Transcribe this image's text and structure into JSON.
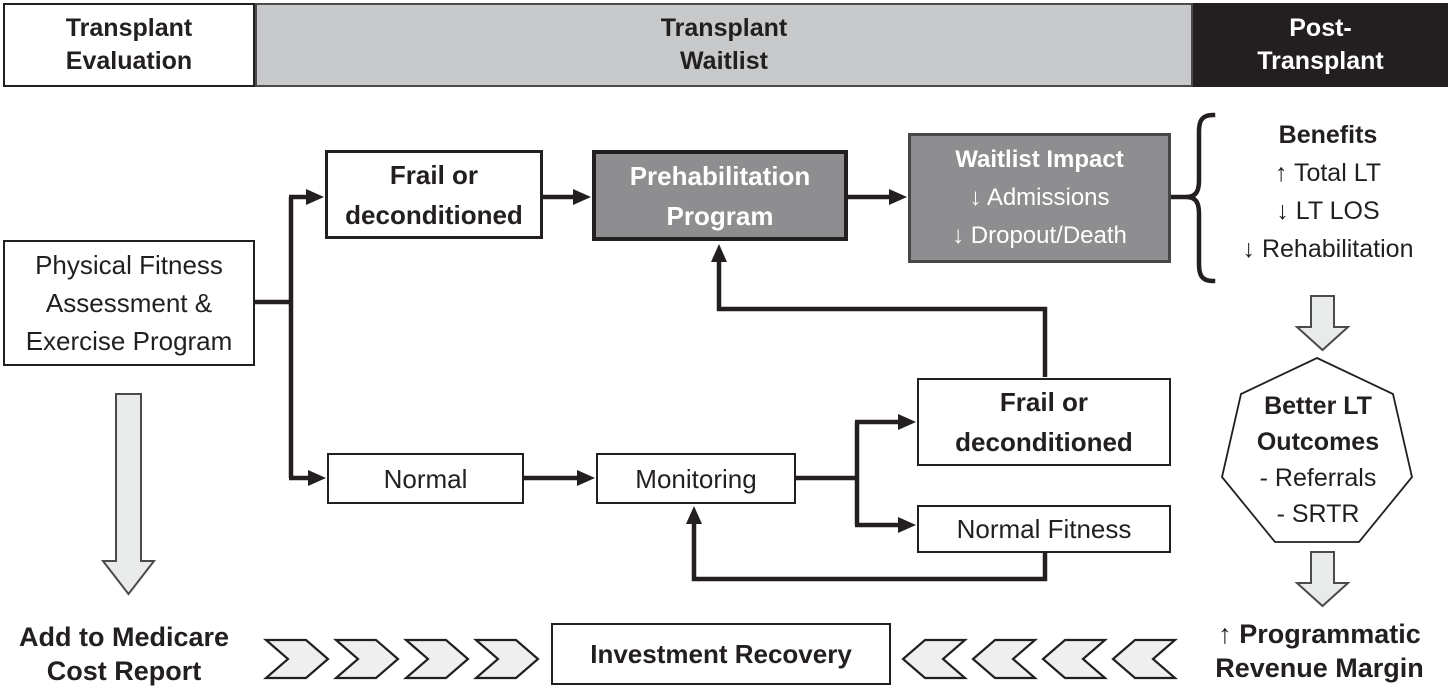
{
  "figure": {
    "type": "flowchart",
    "topic": "Prehabilitation program for liver transplant (LT) patients across transplant phases"
  },
  "colors": {
    "line_black": "#231f20",
    "phase_gray": "#c8c9ca",
    "phase_black": "#231f20",
    "program_box_gray": "#8e8e90",
    "block_arrow_fill": "#e9eaea",
    "block_arrow_border": "#4a4a4c",
    "chevron_fill": "#efefef",
    "box_white": "#ffffff"
  },
  "phases": {
    "evaluation": {
      "line1": "Transplant",
      "line2": "Evaluation"
    },
    "waitlist": {
      "line1": "Transplant",
      "line2": "Waitlist"
    },
    "post": {
      "line1": "Post-",
      "line2": "Transplant"
    }
  },
  "boxes": {
    "physical_fitness": {
      "line1": "Physical Fitness",
      "line2": "Assessment &",
      "line3": "Exercise Program"
    },
    "frail_top": {
      "line1": "Frail or",
      "line2": "deconditioned"
    },
    "prehab": {
      "line1": "Prehabilitation",
      "line2": "Program"
    },
    "waitlist_impact": {
      "line1": "Waitlist Impact",
      "line2": "↓ Admissions",
      "line3": "↓ Dropout/Death"
    },
    "normal": {
      "label": "Normal"
    },
    "monitoring": {
      "label": "Monitoring"
    },
    "frail_bottom": {
      "line1": "Frail or",
      "line2": "deconditioned"
    },
    "normal_fitness": {
      "label": "Normal Fitness"
    },
    "investment_recovery": {
      "label": "Investment Recovery"
    }
  },
  "benefits": {
    "title": "Benefits",
    "item1": "↑ Total LT",
    "item2": "↓ LT LOS",
    "item3": "↓ Rehabilitation"
  },
  "outcomes": {
    "line1": "Better LT",
    "line2": "Outcomes",
    "item1": "- Referrals",
    "item2": "- SRTR"
  },
  "medicare": {
    "line1": "Add to Medicare",
    "line2": "Cost Report"
  },
  "programmatic": {
    "line1": "↑ Programmatic",
    "line2": "Revenue Margin"
  }
}
